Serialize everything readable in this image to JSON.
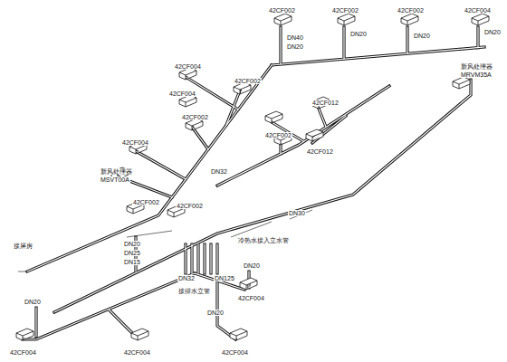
{
  "diagram": {
    "labels": [
      "42CF002",
      "42CF002",
      "42CF002",
      "42CF004",
      "DN40",
      "DN20",
      "DN20",
      "DN20",
      "DN20",
      "新风处理器",
      "MRVM35A",
      "42CF004",
      "42CF002",
      "42CF004",
      "42CF002",
      "42CF004",
      "42CF012",
      "42CF002",
      "42CF012",
      "新风处理器",
      "MSVT00A",
      "42CF002",
      "42CF002",
      "DN32",
      "DN30",
      "冷热水接入立水管",
      "接屏房",
      "DN20",
      "DN25",
      "DN15",
      "DN32",
      "DN125",
      "接排水立管",
      "DN20",
      "42CF004",
      "DN20",
      "DN20",
      "42CF004",
      "42CF004",
      "42CF004"
    ]
  }
}
